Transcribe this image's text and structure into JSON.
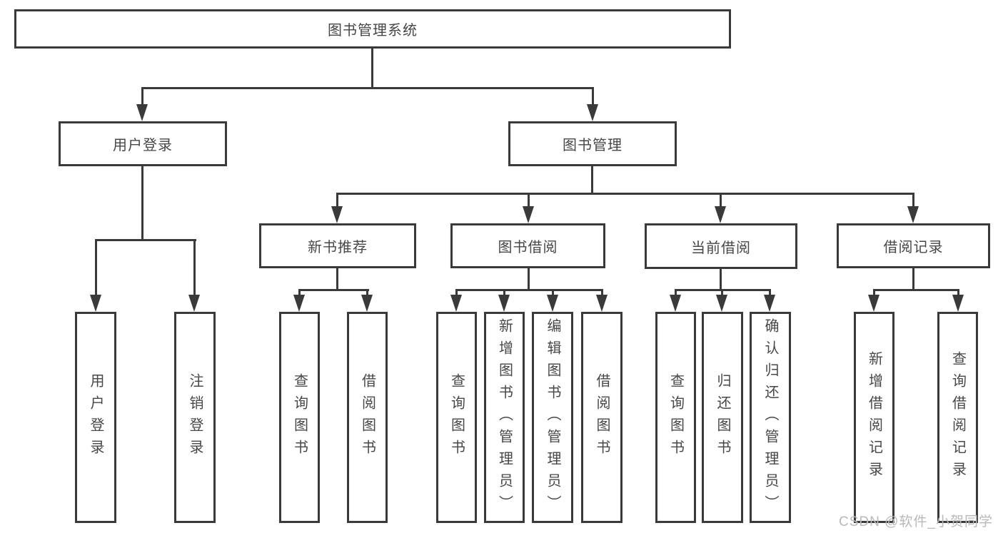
{
  "colors": {
    "line": "#3a3a3a",
    "text": "#474747",
    "watermark": "#b9b9b9",
    "bg": "#ffffff"
  },
  "tree": {
    "label": "图书管理系统",
    "children": [
      {
        "label": "用户登录",
        "children": [
          {
            "label": "用户登录"
          },
          {
            "label": "注销登录"
          }
        ]
      },
      {
        "label": "图书管理",
        "children": [
          {
            "label": "新书推荐",
            "children": [
              {
                "label": "查询图书"
              },
              {
                "label": "借阅图书"
              }
            ]
          },
          {
            "label": "图书借阅",
            "children": [
              {
                "label": "查询图书"
              },
              {
                "label": "新增图书（管理员）"
              },
              {
                "label": "编辑图书（管理员）"
              },
              {
                "label": "借阅图书"
              }
            ]
          },
          {
            "label": "当前借阅",
            "children": [
              {
                "label": "查询图书"
              },
              {
                "label": "归还图书"
              },
              {
                "label": "确认归还（管理员）"
              }
            ]
          },
          {
            "label": "借阅记录",
            "children": [
              {
                "label": "新增借阅记录"
              },
              {
                "label": "查询借阅记录"
              }
            ]
          }
        ]
      }
    ]
  },
  "watermark": "CSDN @软件_小贺同学"
}
